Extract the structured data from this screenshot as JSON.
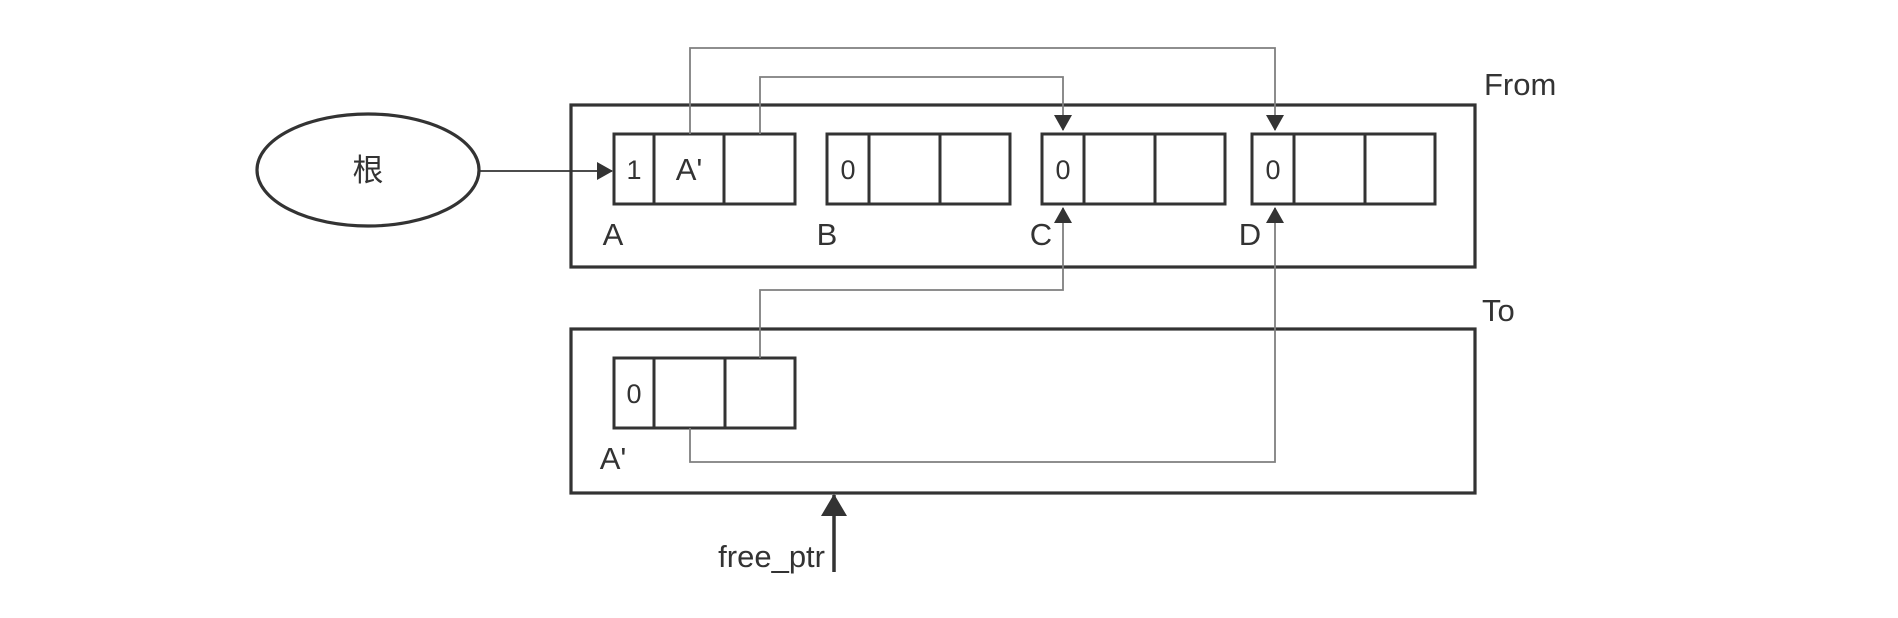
{
  "spaces": {
    "from_label": "From",
    "to_label": "To"
  },
  "root": {
    "label": "根"
  },
  "objects": {
    "A": {
      "label": "A",
      "tag": "1",
      "forward": "A'"
    },
    "B": {
      "label": "B",
      "tag": "0"
    },
    "C": {
      "label": "C",
      "tag": "0"
    },
    "D": {
      "label": "D",
      "tag": "0"
    },
    "A_copy": {
      "label": "A'",
      "tag": "0"
    }
  },
  "pointer": {
    "label": "free_ptr"
  },
  "colors": {
    "box_stroke": "#333333",
    "pointer_line": "#7f7f7f",
    "text": "#333333"
  }
}
